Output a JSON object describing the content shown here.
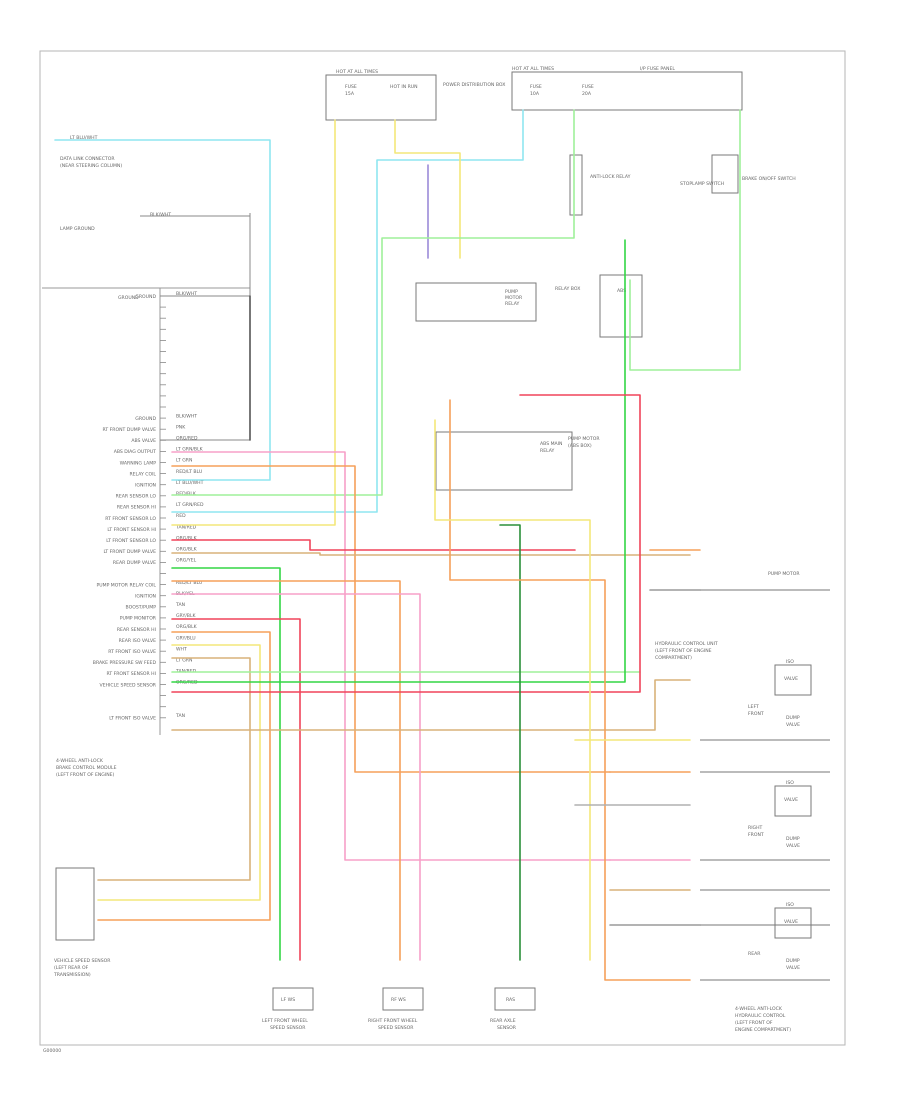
{
  "figure_code": "G00000",
  "colors": {
    "light_blue": "#8fe6f0",
    "yellow": "#f3e77a",
    "light_green": "#9ff09a",
    "green": "#33d645",
    "dark_green": "#2b8f3a",
    "pink": "#f7a0c8",
    "red": "#f0445a",
    "orange": "#f5a05a",
    "tan": "#d8b27a",
    "gray": "#9a9a9a",
    "dark": "#555555",
    "violet": "#9b8ad8",
    "line_gray": "#b0b0b0"
  },
  "top": {
    "hot_run_fuse": "HOT AT ALL TIMES",
    "hot_run_fuse_b": "HOT IN RUN",
    "fuse_main": "FUSE",
    "fuse_main_b": "15A",
    "power_dist_box": "POWER DISTRIBUTION BOX",
    "fuse_center": "FUSE",
    "fuse_center_b": "10A",
    "fuse_right": "FUSE",
    "fuse_right_b": "20A",
    "i_p_fuse_label": "I/P FUSE PANEL",
    "hot_start_label": "HOT AT ALL TIMES",
    "anti_lock_relay": "ANTI-LOCK RELAY",
    "brake_switch": "BRAKE ON/OFF SWITCH",
    "stop_lamp_switch": "STOPLAMP SWITCH"
  },
  "left": {
    "data_link_connector": "DATA LINK CONNECTOR",
    "data_link_sub": "(NEAR STEERING COLUMN)",
    "data_link_wire": "LT BLU/WHT",
    "lamp_ground": "LAMP GROUND",
    "ground_wire": "BLK/WHT",
    "ground_label": "GROUND",
    "module_caption_1": "4-WHEEL ANTI-LOCK",
    "module_caption_2": "BRAKE CONTROL MODULE",
    "module_caption_3": "(LEFT FRONT OF ENGINE)",
    "sensor_caption_1": "VEHICLE SPEED SENSOR",
    "sensor_caption_2": "(LEFT REAR OF",
    "sensor_caption_3": "TRANSMISSION)"
  },
  "pins": [
    {
      "label": "GROUND",
      "wire": "BLK/WHT"
    },
    {
      "label": "",
      "wire": ""
    },
    {
      "label": "",
      "wire": ""
    },
    {
      "label": "",
      "wire": ""
    },
    {
      "label": "",
      "wire": ""
    },
    {
      "label": "",
      "wire": ""
    },
    {
      "label": "",
      "wire": ""
    },
    {
      "label": "",
      "wire": ""
    },
    {
      "label": "",
      "wire": ""
    },
    {
      "label": "",
      "wire": ""
    },
    {
      "label": "",
      "wire": ""
    },
    {
      "label": "GROUND",
      "wire": "BLK/WHT"
    },
    {
      "label": "RT FRONT DUMP VALVE",
      "wire": "PNK"
    },
    {
      "label": "ABS VALVE",
      "wire": "ORG/RED"
    },
    {
      "label": "ABS DIAG OUTPUT",
      "wire": "LT GRN/BLK"
    },
    {
      "label": "WARNING LAMP",
      "wire": "LT GRN"
    },
    {
      "label": "RELAY COIL",
      "wire": "RED/LT BLU"
    },
    {
      "label": "IGNITION",
      "wire": "LT BLU/WHT"
    },
    {
      "label": "REAR SENSOR LO",
      "wire": "RED/BLK"
    },
    {
      "label": "REAR SENSOR HI",
      "wire": "LT GRN/RED"
    },
    {
      "label": "RT FRONT SENSOR LO",
      "wire": "RED"
    },
    {
      "label": "LT FRONT SENSOR HI",
      "wire": "TAN/RED"
    },
    {
      "label": "LT FRONT SENSOR LO",
      "wire": "ORG/BLK"
    },
    {
      "label": "LT FRONT DUMP VALVE",
      "wire": "ORG/BLK"
    },
    {
      "label": "REAR DUMP VALVE",
      "wire": "ORG/YEL"
    },
    {
      "label": "",
      "wire": ""
    },
    {
      "label": "PUMP MOTOR RELAY COIL",
      "wire": "RED/LT BLU"
    },
    {
      "label": "IGNITION",
      "wire": "BLK/YEL"
    },
    {
      "label": "BOOST/PUMP",
      "wire": "TAN"
    },
    {
      "label": "PUMP MONITOR",
      "wire": "GRY/BLK"
    },
    {
      "label": "REAR SENSOR HI",
      "wire": "ORG/BLK"
    },
    {
      "label": "REAR ISO VALVE",
      "wire": "GRY/BLU"
    },
    {
      "label": "RT FRONT ISO VALVE",
      "wire": "WHT"
    },
    {
      "label": "BRAKE PRESSURE SW FEED",
      "wire": "LT GRN"
    },
    {
      "label": "RT FRONT SENSOR HI",
      "wire": "TAN/RED"
    },
    {
      "label": "VEHICLE SPEED SENSOR",
      "wire": "ORG/RED"
    },
    {
      "label": "",
      "wire": ""
    },
    {
      "label": "",
      "wire": ""
    },
    {
      "label": "LT FRONT ISO VALVE",
      "wire": "TAN"
    }
  ],
  "relays": {
    "pump_relay_1": "PUMP",
    "pump_relay_2": "MOTOR",
    "pump_relay_3": "RELAY",
    "main_relay_1": "ABS MAIN",
    "main_relay_2": "RELAY",
    "relay_box": "RELAY BOX",
    "pump_motor_1": "PUMP MOTOR",
    "pump_motor_2": "(ABS BOX)"
  },
  "right": {
    "pump_motor": "PUMP MOTOR",
    "abs_hyd_1": "ABS",
    "abs_hyd_2": "HYDRAULIC CONTROL UNIT",
    "abs_hyd_3": "(LEFT FRONT OF ENGINE",
    "abs_hyd_4": "COMPARTMENT)",
    "iso_lf": "ISO",
    "iso_lf_b": "VALVE",
    "left_front": "LEFT",
    "left_front_b": "FRONT",
    "dump_lf": "DUMP",
    "dump_lf_b": "VALVE",
    "iso_rf": "ISO",
    "iso_rf_b": "VALVE",
    "right_front": "RIGHT",
    "right_front_b": "FRONT",
    "dump_rf": "DUMP",
    "dump_rf_b": "VALVE",
    "iso_rear": "ISO",
    "iso_rear_b": "VALVE",
    "rear": "REAR",
    "dump_rear": "DUMP",
    "dump_rear_b": "VALVE",
    "hcu_caption_1": "4-WHEEL ANTI-LOCK",
    "hcu_caption_2": "HYDRAULIC CONTROL",
    "hcu_caption_3": "(LEFT FRONT OF",
    "hcu_caption_4": "ENGINE COMPARTMENT)"
  },
  "bottom_sensors": {
    "lf_sensor_1": "LEFT FRONT WHEEL",
    "lf_sensor_2": "SPEED SENSOR",
    "rf_sensor_1": "RIGHT FRONT WHEEL",
    "rf_sensor_2": "SPEED SENSOR",
    "rear_sensor_1": "REAR AXLE",
    "rear_sensor_2": "SENSOR",
    "lf_box": "LF WS",
    "rf_box": "RF WS",
    "rear_box": "RAS"
  }
}
